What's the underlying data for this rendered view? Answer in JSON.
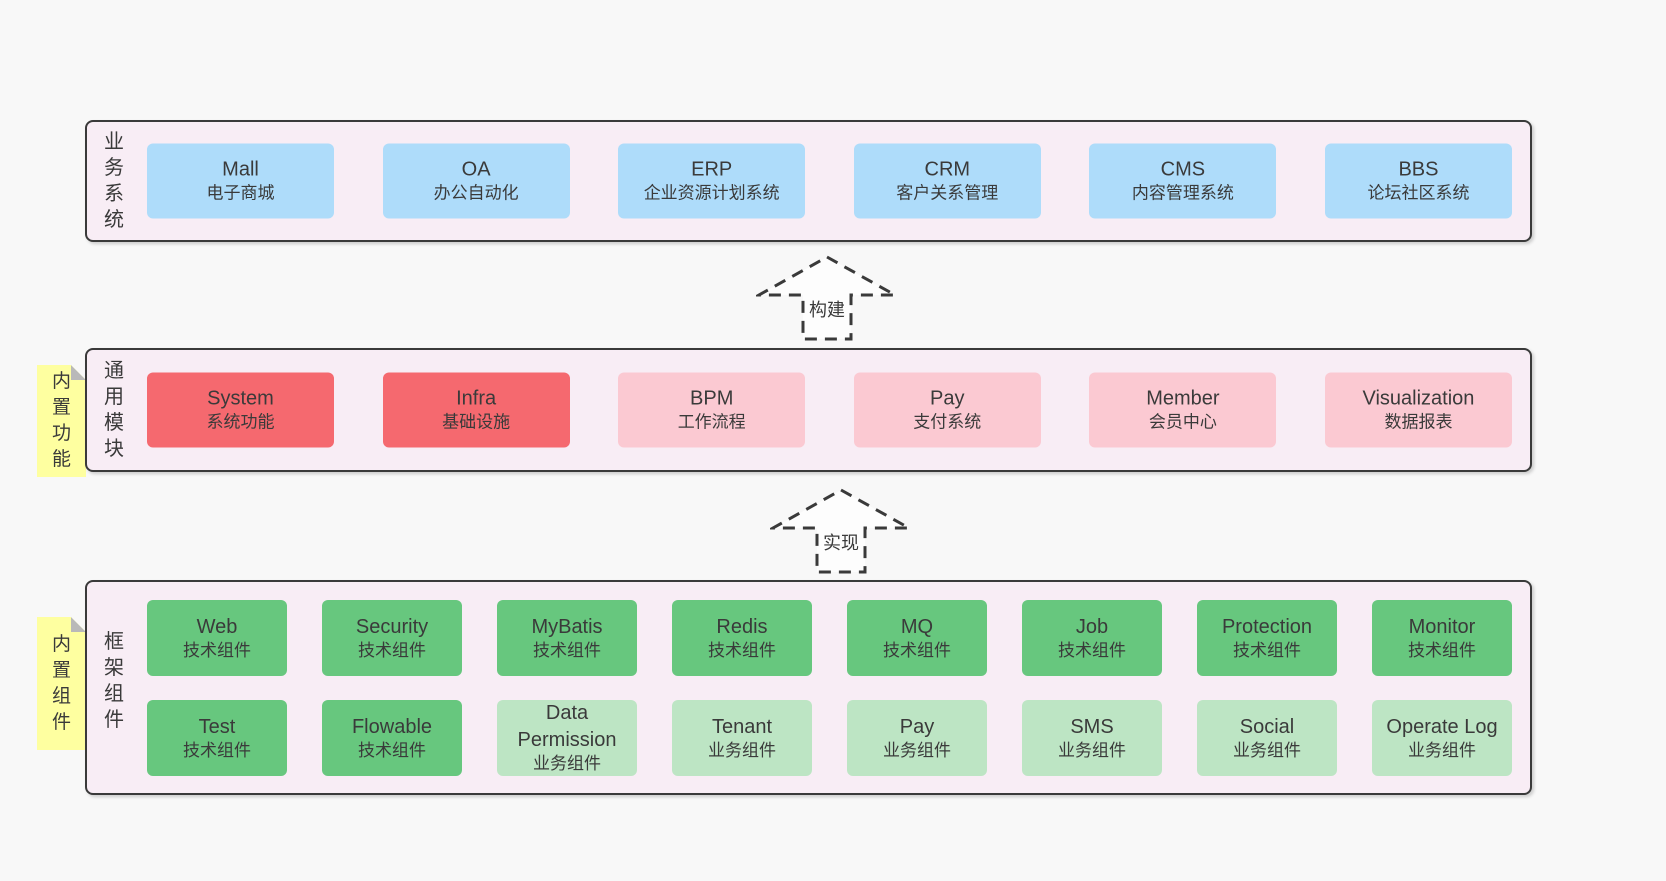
{
  "palette": {
    "page_bg": "#f8f8f8",
    "panel_bg": "#f8edf5",
    "panel_border": "#3a3a3a",
    "blue": "#aedcfa",
    "red": "#f5696f",
    "pink": "#fbc9d2",
    "green": "#67c77e",
    "light_green": "#bde5c4",
    "note_yellow": "#feffa0",
    "note_fold_gray": "#b9b9b9"
  },
  "arrows": {
    "build_label": "构建",
    "implement_label": "实现"
  },
  "layers": {
    "business": {
      "label": "业务系统",
      "boxes": [
        {
          "en": "Mall",
          "cn": "电子商城"
        },
        {
          "en": "OA",
          "cn": "办公自动化"
        },
        {
          "en": "ERP",
          "cn": "企业资源计划系统"
        },
        {
          "en": "CRM",
          "cn": "客户关系管理"
        },
        {
          "en": "CMS",
          "cn": "内容管理系统"
        },
        {
          "en": "BBS",
          "cn": "论坛社区系统"
        }
      ]
    },
    "modules": {
      "label": "通用模块",
      "note": "内置功能",
      "boxes": [
        {
          "en": "System",
          "cn": "系统功能"
        },
        {
          "en": "Infra",
          "cn": "基础设施"
        },
        {
          "en": "BPM",
          "cn": "工作流程"
        },
        {
          "en": "Pay",
          "cn": "支付系统"
        },
        {
          "en": "Member",
          "cn": "会员中心"
        },
        {
          "en": "Visualization",
          "cn": "数据报表"
        }
      ]
    },
    "framework": {
      "label": "框架组件",
      "note": "内置组件",
      "row1": [
        {
          "en": "Web",
          "cn": "技术组件"
        },
        {
          "en": "Security",
          "cn": "技术组件"
        },
        {
          "en": "MyBatis",
          "cn": "技术组件"
        },
        {
          "en": "Redis",
          "cn": "技术组件"
        },
        {
          "en": "MQ",
          "cn": "技术组件"
        },
        {
          "en": "Job",
          "cn": "技术组件"
        },
        {
          "en": "Protection",
          "cn": "技术组件"
        },
        {
          "en": "Monitor",
          "cn": "技术组件"
        }
      ],
      "row2": [
        {
          "en": "Test",
          "cn": "技术组件"
        },
        {
          "en": "Flowable",
          "cn": "技术组件"
        },
        {
          "en": "Data Permission",
          "cn": "业务组件"
        },
        {
          "en": "Tenant",
          "cn": "业务组件"
        },
        {
          "en": "Pay",
          "cn": "业务组件"
        },
        {
          "en": "SMS",
          "cn": "业务组件"
        },
        {
          "en": "Social",
          "cn": "业务组件"
        },
        {
          "en": "Operate Log",
          "cn": "业务组件"
        }
      ]
    }
  }
}
